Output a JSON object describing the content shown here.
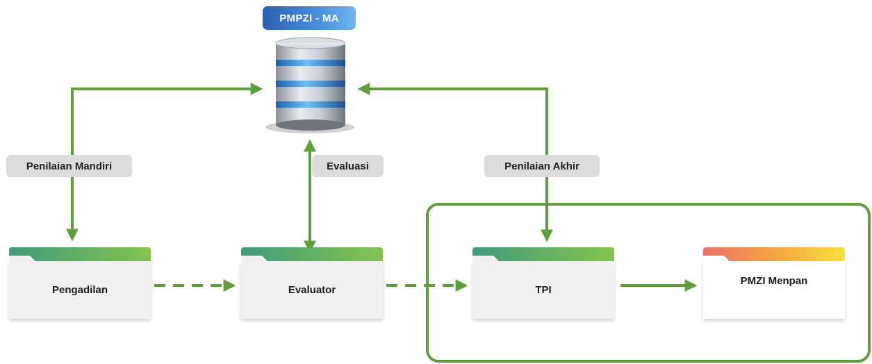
{
  "database": {
    "title": "PMPZI - MA",
    "icon": "database-server-icon"
  },
  "labels": {
    "penilaian_mandiri": "Penilaian Mandiri",
    "evaluasi": "Evaluasi",
    "penilaian_akhir": "Penilaian Akhir"
  },
  "nodes": {
    "pengadilan": "Pengadilan",
    "evaluator": "Evaluator",
    "tpi": "TPI",
    "pmzi_menpan": "PMZI Menpan"
  },
  "colors": {
    "arrow": "#5f9e3c",
    "pill_bg": "#dcdcdc",
    "folder_tab_green": "#5fae57",
    "folder_tab_warm": "#f0a64a",
    "title_blue": "#3b7bd0"
  }
}
